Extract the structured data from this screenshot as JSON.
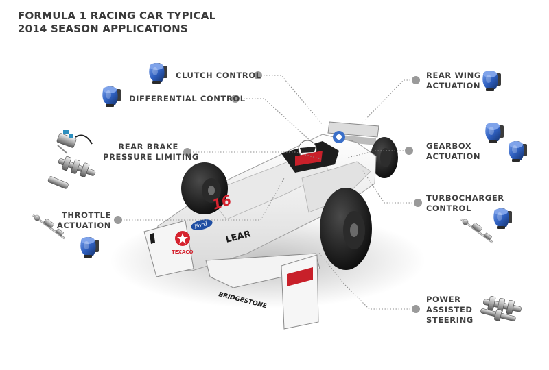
{
  "title": {
    "line1": "FORMULA 1 RACING CAR TYPICAL",
    "line2": "2014 SEASON APPLICATIONS"
  },
  "labels": {
    "clutch_control": "CLUTCH CONTROL",
    "differential_control": "DIFFERENTIAL CONTROL",
    "rear_brake_line1": "REAR BRAKE",
    "rear_brake_line2": "PRESSURE LIMITING",
    "throttle_line1": "THROTTLE",
    "throttle_line2": "ACTUATION",
    "rear_wing_line1": "REAR WING",
    "rear_wing_line2": "ACTUATION",
    "gearbox_line1": "GEARBOX",
    "gearbox_line2": "ACTUATION",
    "turbo_line1": "TURBOCHARGER",
    "turbo_line2": "CONTROL",
    "steering_line1": "POWER",
    "steering_line2": "ASSISTED",
    "steering_line3": "STEERING"
  },
  "car": {
    "number": "16",
    "sponsor_lear": "LEAR",
    "sponsor_tyre": "BRIDGESTONE",
    "sponsor_ford": "Ford",
    "sponsor_fuel": "TEXACO"
  },
  "icons": {
    "servo_valve": "servo-valve-icon",
    "brake_valve": "brake-valve-icon",
    "spool": "spool-icon",
    "position_sensor": "position-sensor-icon"
  },
  "colors": {
    "title": "#3a3a3a",
    "label": "#3f3f3f",
    "leader_dot": "#9a9a9a",
    "servo_blue": "#2e5fbf",
    "car_body": "#f2f2f2"
  }
}
